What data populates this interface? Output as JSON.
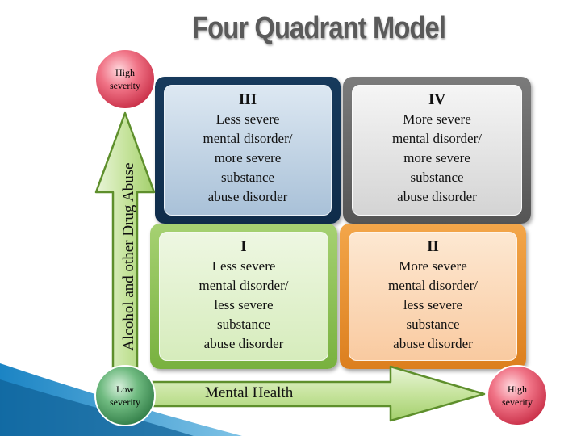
{
  "title": "Four Quadrant Model",
  "quadrants": {
    "q3": {
      "numeral": "III",
      "text": "Less severe\nmental disorder/\nmore severe\nsubstance\nabuse disorder"
    },
    "q4": {
      "numeral": "IV",
      "text": "More severe\nmental disorder/\nmore severe\nsubstance\nabuse disorder"
    },
    "q1": {
      "numeral": "I",
      "text": "Less severe\nmental disorder/\nless severe\nsubstance\nabuse disorder"
    },
    "q2": {
      "numeral": "II",
      "text": "More severe\nmental disorder/\nless severe\nsubstance\nabuse disorder"
    }
  },
  "axes": {
    "y_label": "Alcohol and other Drug Abuse",
    "x_label": "Mental Health"
  },
  "severity": {
    "top": "High\nseverity",
    "origin": "Low\nseverity",
    "right": "High\nseverity"
  },
  "colors": {
    "arrow_green": "#b9dc8a",
    "arrow_outline": "#5e8f2c",
    "circle_red": "#e0495e",
    "circle_green": "#3f8e56",
    "accent_blue": "#1b84c4"
  }
}
